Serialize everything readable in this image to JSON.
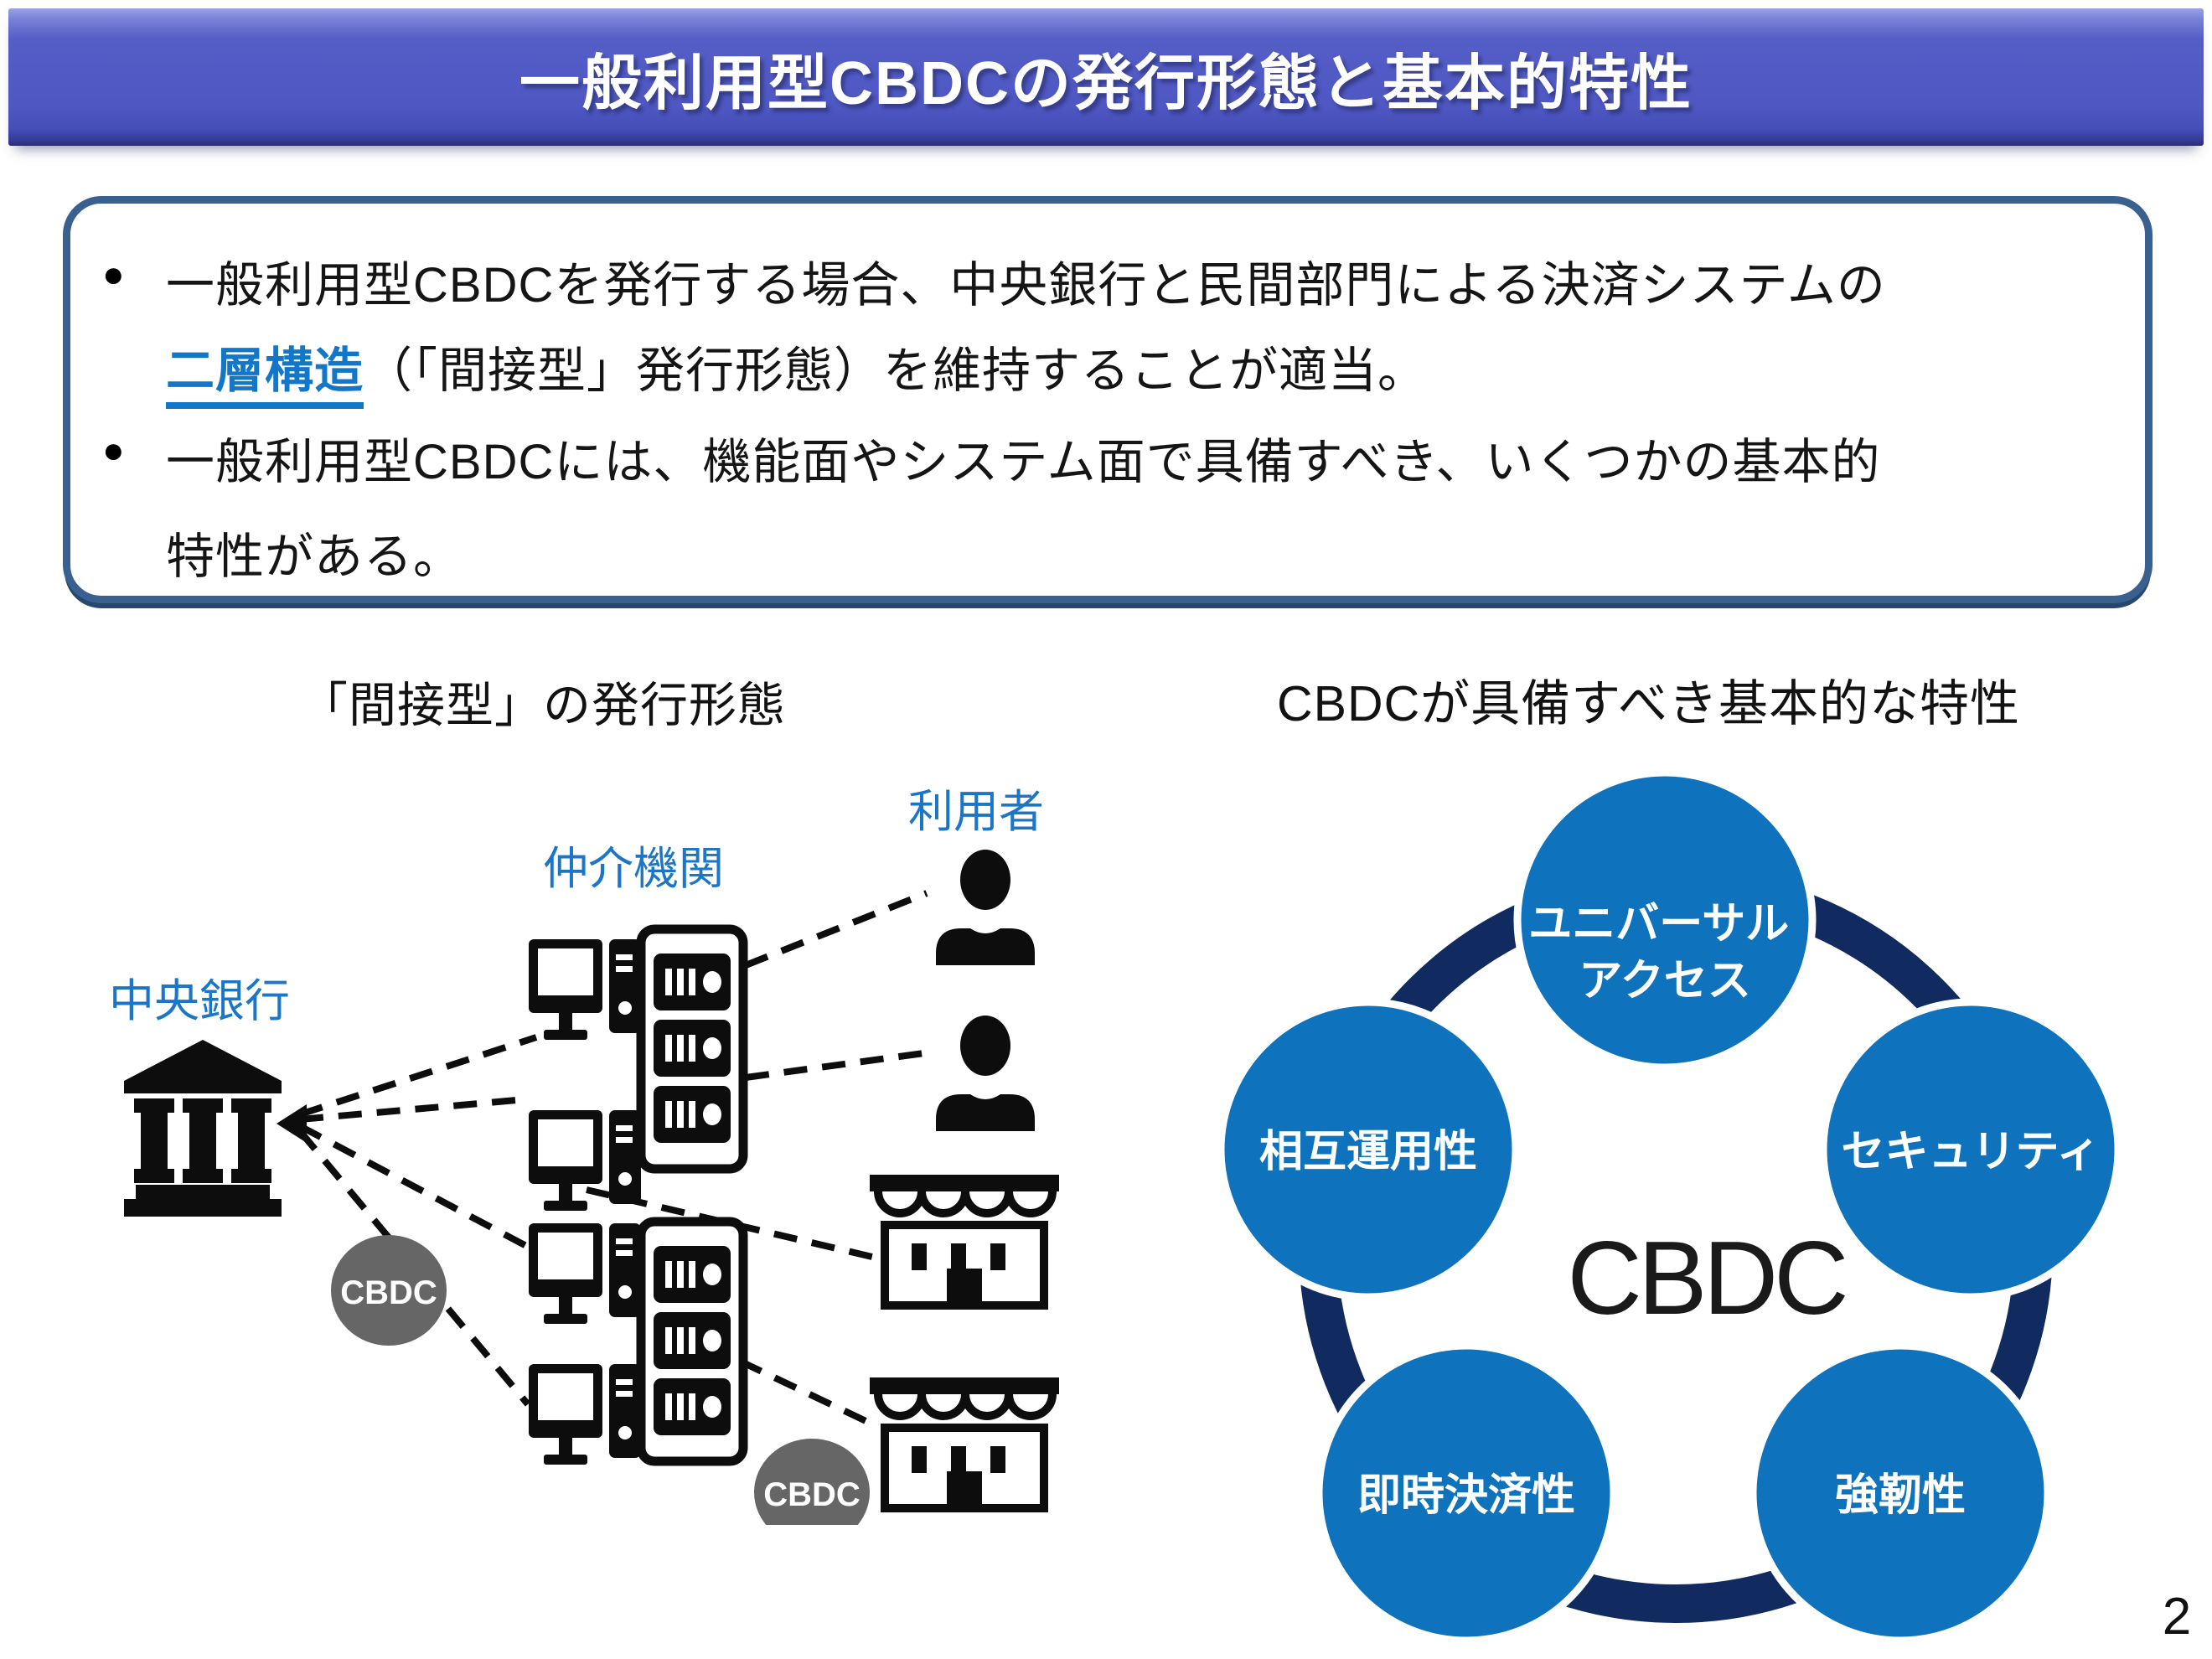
{
  "slide": {
    "title": "一般利用型CBDCの発行形態と基本的特性",
    "page_number": "2"
  },
  "summary_box": {
    "bullet_marker": "●",
    "bullet1_line1": "一般利用型CBDCを発行する場合、中央銀行と民間部門による決済システムの",
    "bullet1_highlight": "二層構造",
    "bullet1_line2_rest": "（「間接型」発行形態）を維持することが適当。",
    "bullet2_line1": "一般利用型CBDCには、機能面やシステム面で具備すべき、いくつかの基本的",
    "bullet2_line2": "特性がある。"
  },
  "left_diagram": {
    "heading": "「間接型」の発行形態",
    "central_bank_label": "中央銀行",
    "intermediary_label": "仲介機関",
    "users_label": "利用者",
    "cbdc_badges": [
      "CBDC",
      "CBDC"
    ],
    "colors": {
      "label_blue": "#1B76C8",
      "badge_gray": "#666666",
      "icon_black": "#0D0D0D"
    }
  },
  "right_diagram": {
    "heading": "CBDCが具備すべき基本的な特性",
    "center_label": "CBDC",
    "ring_color": "#112B61",
    "circle_color": "#0F72BC",
    "circles": [
      {
        "name": "universal-access",
        "line1": "ユニバーサル",
        "line2": "アクセス"
      },
      {
        "name": "interoperability",
        "line1": "相互運用性"
      },
      {
        "name": "security",
        "line1": "セキュリティ"
      },
      {
        "name": "instant-settlement",
        "line1": "即時決済性"
      },
      {
        "name": "resilience",
        "line1": "強靭性"
      }
    ]
  },
  "colors": {
    "banner_blue": "#4F58C3",
    "box_border": "#3A608F",
    "highlight_blue": "#1377C9"
  }
}
